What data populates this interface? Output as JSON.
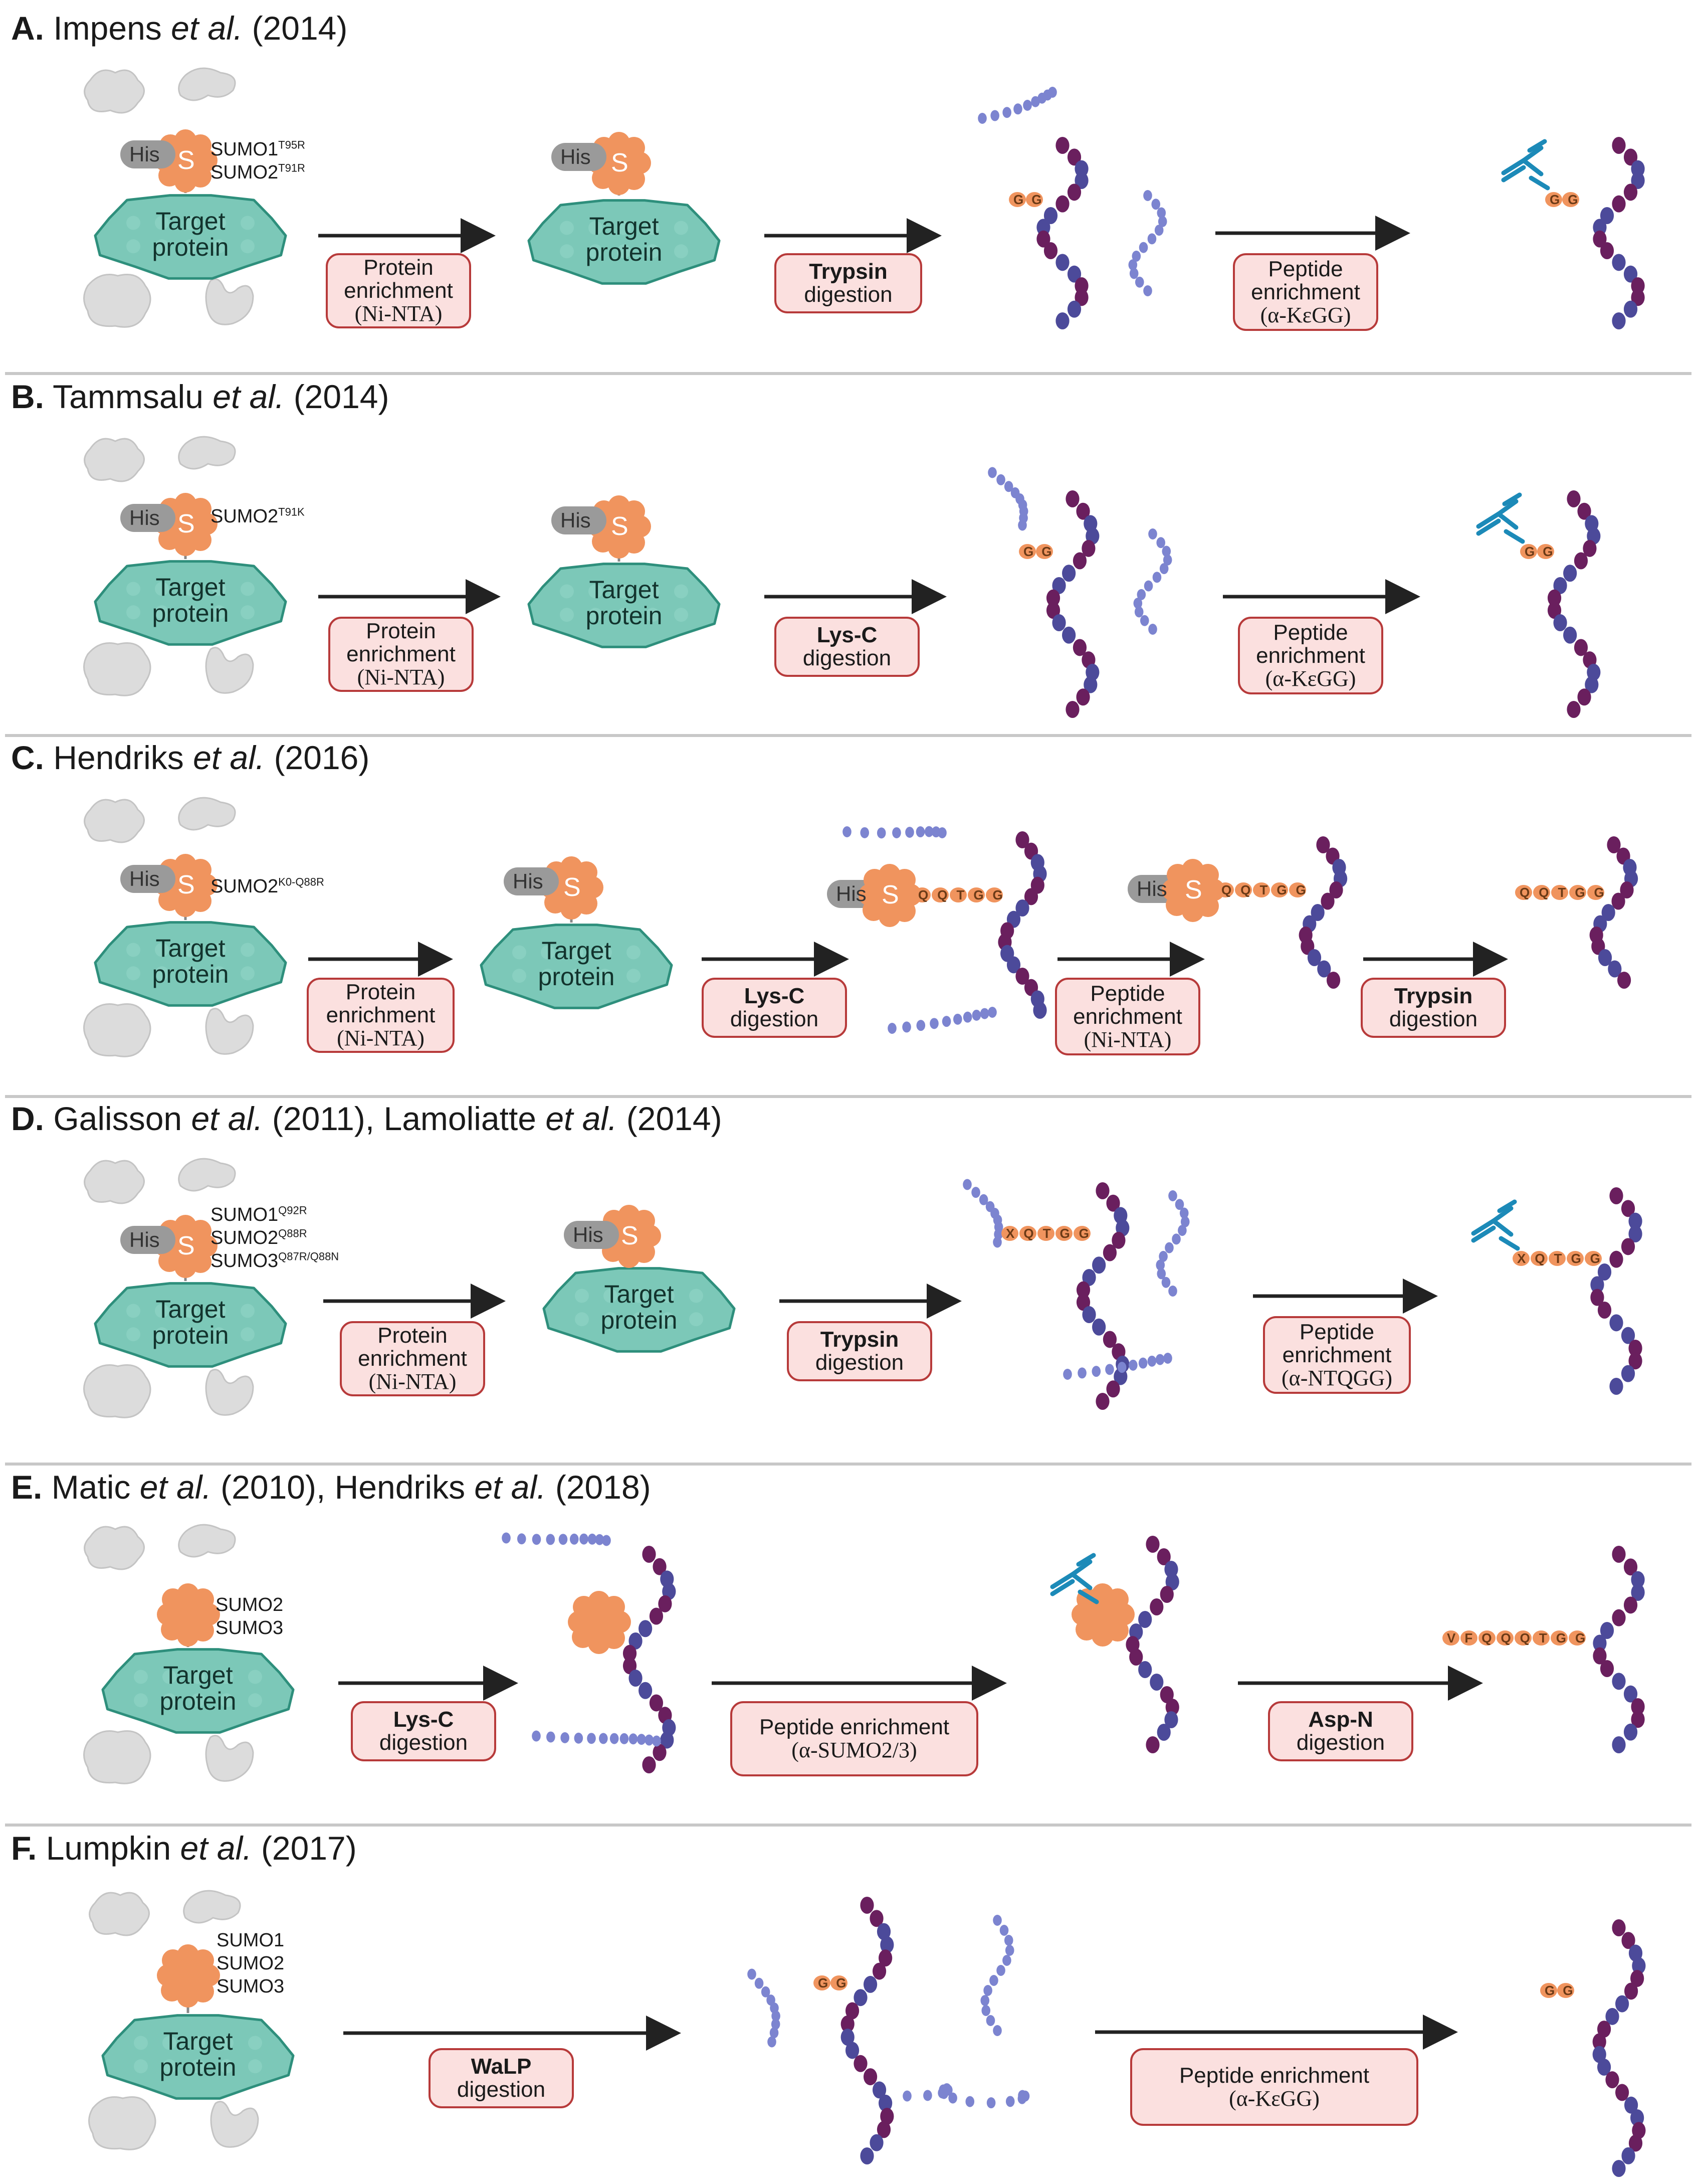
{
  "panels": [
    {
      "letter": "A.",
      "authors": "Impens",
      "etal": "et al.",
      "year": "(2014)",
      "constructs": [
        {
          "name": "SUMO1",
          "mut": "T95R"
        },
        {
          "name": "SUMO2",
          "mut": "T91R"
        }
      ],
      "steps": [
        {
          "lines": [
            "Protein",
            "enrichment"
          ],
          "sub": "(Ni-NTA)"
        },
        {
          "bold": "Trypsin",
          "lines": [
            "digestion"
          ]
        },
        {
          "lines": [
            "Peptide",
            "enrichment"
          ],
          "sub": "(α-KεGG)"
        }
      ],
      "remnant": "GG"
    },
    {
      "letter": "B.",
      "authors": "Tammsalu",
      "etal": "et al.",
      "year": "(2014)",
      "constructs": [
        {
          "name": "SUMO2",
          "mut": "T91K"
        }
      ],
      "steps": [
        {
          "lines": [
            "Protein",
            "enrichment"
          ],
          "sub": "(Ni-NTA)"
        },
        {
          "bold": "Lys-C",
          "lines": [
            "digestion"
          ]
        },
        {
          "lines": [
            "Peptide",
            "enrichment"
          ],
          "sub": "(α-KεGG)"
        }
      ],
      "remnant": "GG"
    },
    {
      "letter": "C.",
      "authors": "Hendriks",
      "etal": "et al.",
      "year": "(2016)",
      "constructs": [
        {
          "name": "SUMO2",
          "mut": "K0-Q88R"
        }
      ],
      "steps": [
        {
          "lines": [
            "Protein",
            "enrichment"
          ],
          "sub": "(Ni-NTA)"
        },
        {
          "bold": "Lys-C",
          "lines": [
            "digestion"
          ]
        },
        {
          "lines": [
            "Peptide",
            "enrichment"
          ],
          "sub": "(Ni-NTA)"
        },
        {
          "bold": "Trypsin",
          "lines": [
            "digestion"
          ]
        }
      ],
      "remnant": "QQTGG"
    },
    {
      "letter": "D.",
      "authors": "Galisson",
      "etal": "et al.",
      "year": "(2011),",
      "authors2": "Lamoliatte",
      "etal2": "et al.",
      "year2": "(2014)",
      "constructs": [
        {
          "name": "SUMO1",
          "mut": "Q92R"
        },
        {
          "name": "SUMO2",
          "mut": "Q88R"
        },
        {
          "name": "SUMO3",
          "mut": "Q87R/Q88N"
        }
      ],
      "steps": [
        {
          "lines": [
            "Protein",
            "enrichment"
          ],
          "sub": "(Ni-NTA)"
        },
        {
          "bold": "Trypsin",
          "lines": [
            "digestion"
          ]
        },
        {
          "lines": [
            "Peptide",
            "enrichment"
          ],
          "sub": "(α-NTQGG)"
        }
      ],
      "remnant": "XQTGG"
    },
    {
      "letter": "E.",
      "authors": "Matic",
      "etal": "et al.",
      "year": "(2010),",
      "authors2": "Hendriks",
      "etal2": "et al.",
      "year2": "(2018)",
      "constructs": [
        {
          "name": "SUMO2",
          "mut": ""
        },
        {
          "name": "SUMO3",
          "mut": ""
        }
      ],
      "steps": [
        {
          "bold": "Lys-C",
          "lines": [
            "digestion"
          ]
        },
        {
          "lines": [
            "Peptide enrichment"
          ],
          "sub": "(α-SUMO2/3)"
        },
        {
          "bold": "Asp-N",
          "lines": [
            "digestion"
          ]
        }
      ],
      "remnant": "VFQQQTGG"
    },
    {
      "letter": "F.",
      "authors": "Lumpkin",
      "etal": "et al.",
      "year": "(2017)",
      "constructs": [
        {
          "name": "SUMO1",
          "mut": ""
        },
        {
          "name": "SUMO2",
          "mut": ""
        },
        {
          "name": "SUMO3",
          "mut": ""
        }
      ],
      "steps": [
        {
          "bold": "WaLP",
          "lines": [
            "digestion"
          ]
        },
        {
          "lines": [
            "Peptide enrichment"
          ],
          "sub": "(α-KεGG)"
        }
      ],
      "remnant": "GG"
    }
  ],
  "labels": {
    "his": "His",
    "sumo_symbol": "S",
    "target": [
      "Target",
      "protein"
    ]
  },
  "colors": {
    "target_fill": "#7cc8b8",
    "target_stroke": "#2e8f7c",
    "sumo": "#f0945e",
    "his_tag": "#9a9a9a",
    "box_fill": "#fbe0df",
    "box_border": "#b73a3a",
    "peptide_dark": "#6a1f5e",
    "peptide_mid": "#4c4a9a",
    "peptide_light": "#7c84d0",
    "antibody": "#1c8ab8",
    "divider": "#c8c8c8",
    "background_protein": "#dcdcdc"
  },
  "icons": [
    "target-protein-icon",
    "sumo-icon",
    "his-tag-icon",
    "peptide-chain-icon",
    "antibody-icon",
    "arrow-icon",
    "background-protein-icon"
  ]
}
